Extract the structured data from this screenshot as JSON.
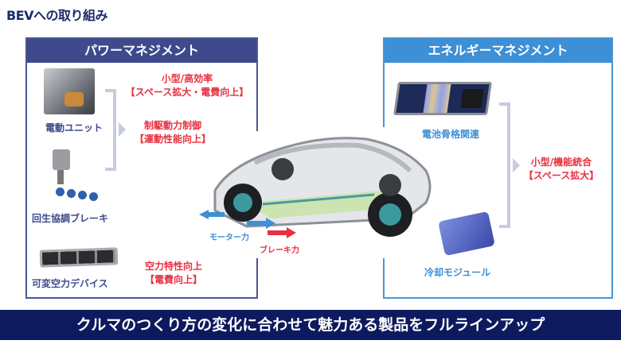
{
  "title": "BEVへの取り組み",
  "power": {
    "header": "パワーマネジメント",
    "items": [
      {
        "label": "電動ユニット"
      },
      {
        "label": "回生協調ブレーキ"
      },
      {
        "label": "可変空力デバイス"
      }
    ],
    "benefits": [
      {
        "line1": "小型/高効率",
        "line2": "【スペース拡大・電費向上】"
      },
      {
        "line1": "制駆動力制御",
        "line2": "【運動性能向上】"
      },
      {
        "line1": "空力特性向上",
        "line2": "【電費向上】"
      }
    ]
  },
  "energy": {
    "header": "エネルギーマネジメント",
    "items": [
      {
        "label": "電池骨格関連"
      },
      {
        "label": "冷却モジュール"
      }
    ],
    "benefit": {
      "line1": "小型/機能統合",
      "line2": "【スペース拡大】"
    }
  },
  "car": {
    "motor_label": "モーター力",
    "brake_label": "ブレーキ力",
    "motor_color": "#3d8fd6",
    "brake_color": "#e8303f"
  },
  "banner": "クルマのつくり方の変化に合わせて魅力ある製品をフルラインアップ"
}
